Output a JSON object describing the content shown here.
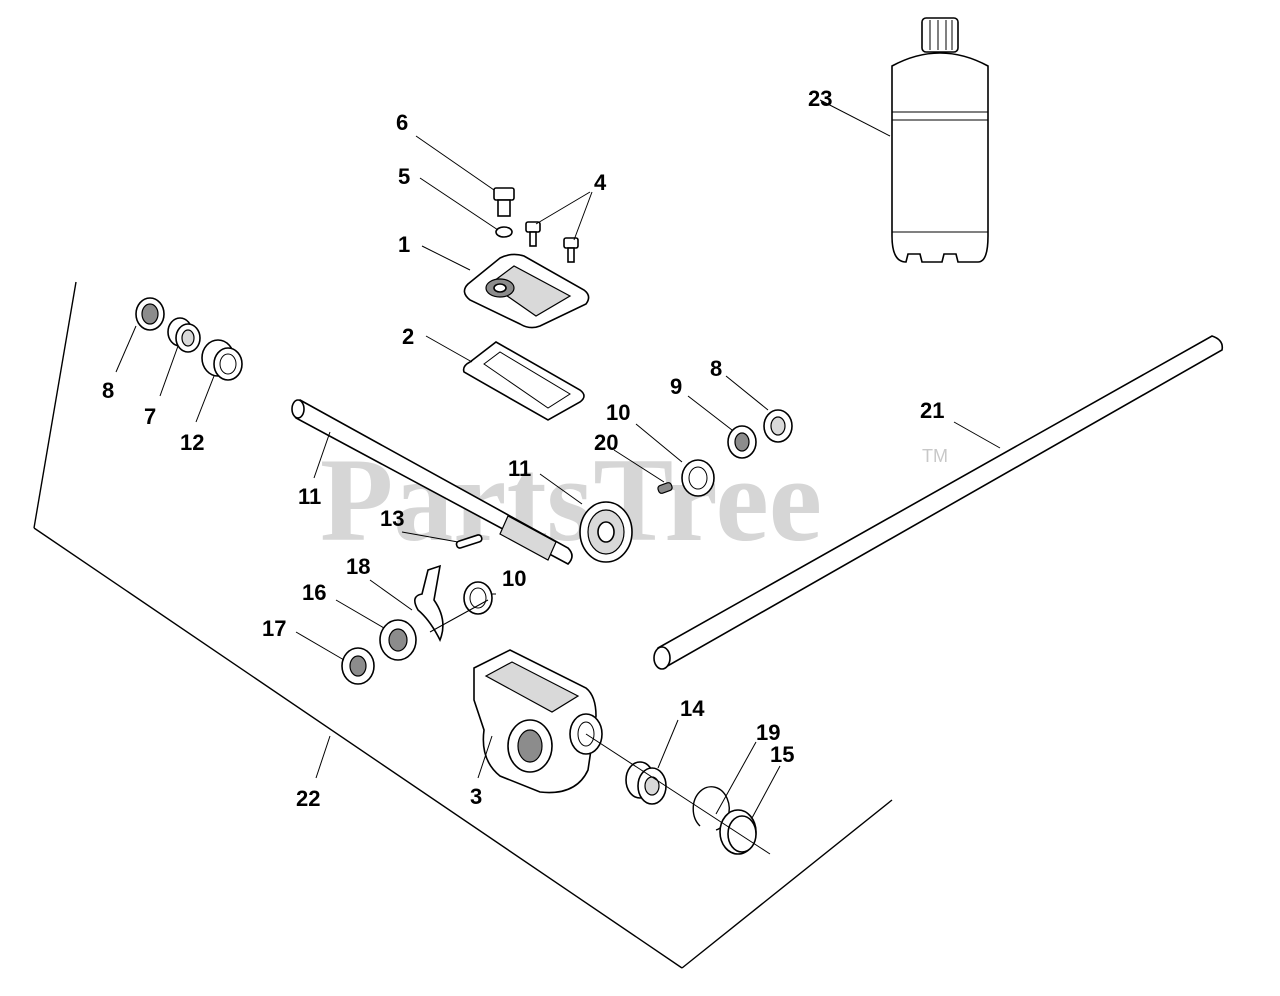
{
  "watermark": {
    "text": "PartsTree",
    "tm": "TM"
  },
  "callouts": [
    "1",
    "2",
    "3",
    "4",
    "5",
    "6",
    "7",
    "8",
    "8",
    "9",
    "10",
    "10",
    "11",
    "11",
    "12",
    "13",
    "14",
    "15",
    "16",
    "17",
    "18",
    "19",
    "20",
    "21",
    "22",
    "23"
  ]
}
